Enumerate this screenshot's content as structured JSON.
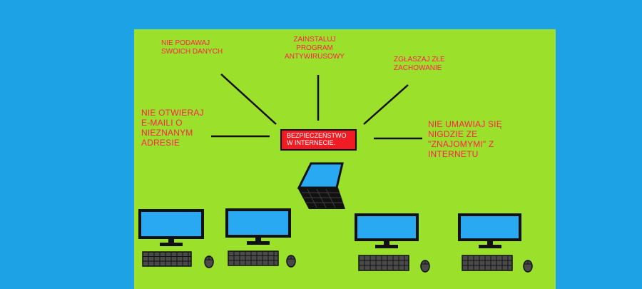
{
  "diagram": {
    "center_label": "BEZPIECZEŃSTWO\nW INTERNECIE.",
    "tips": {
      "personal_data": "NIE PODAWAJ\nSWOICH DANYCH",
      "antivirus": "ZAINSTALUJ\nPROGRAM\nANTYWIRUSOWY",
      "report_behaviour": "ZGŁASZAJ ZŁE\nZACHOWANIE",
      "emails": "NIE OTWIERAJ\nE-MAILI O\nNIEZNANYM\nADRESIE",
      "meetings": "NIE UMAWIAJ SIĘ\nNIGDZIE ZE\n\"ZNAJOMYMI\" Z\nINTERNETU"
    }
  },
  "colors": {
    "background": "#1ea2e6",
    "board": "#9be02b",
    "tip_text": "#ff1f4d",
    "center_box": "#f01c24",
    "screen": "#2aa9f3"
  },
  "icons": [
    "laptop-icon",
    "desktop-computer-icon",
    "keyboard-icon",
    "mouse-icon"
  ]
}
